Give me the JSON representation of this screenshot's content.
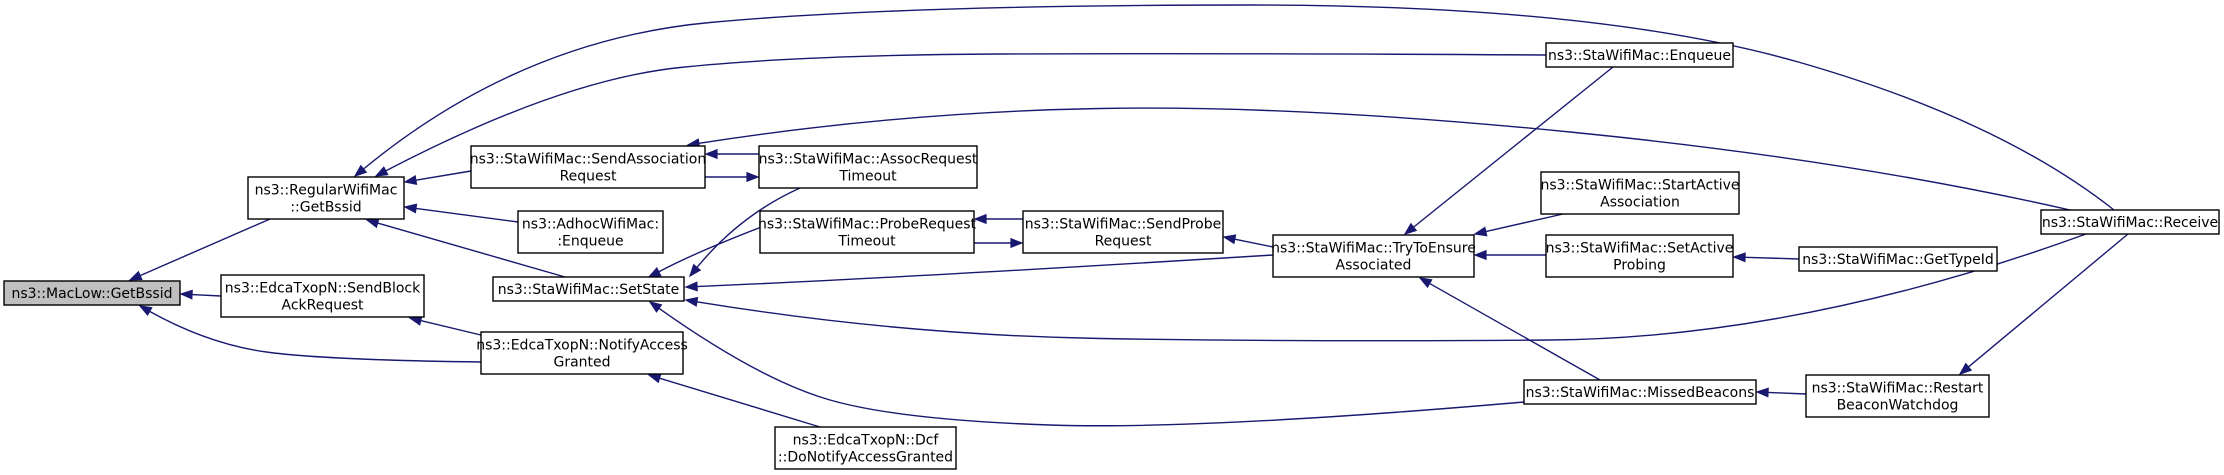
{
  "diagram": {
    "nodes": [
      {
        "id": "maclow_getbssid",
        "lines": [
          "ns3::MacLow::GetBssid"
        ]
      },
      {
        "id": "regular_getbssid",
        "lines": [
          "ns3::RegularWifiMac",
          "::GetBssid"
        ]
      },
      {
        "id": "edca_sendblock",
        "lines": [
          "ns3::EdcaTxopN::SendBlock",
          "AckRequest"
        ]
      },
      {
        "id": "edca_notify",
        "lines": [
          "ns3::EdcaTxopN::NotifyAccess",
          "Granted"
        ]
      },
      {
        "id": "sendassoc",
        "lines": [
          "ns3::StaWifiMac::SendAssociation",
          "Request"
        ]
      },
      {
        "id": "adhoc_enqueue",
        "lines": [
          "ns3::AdhocWifiMac:",
          ":Enqueue"
        ]
      },
      {
        "id": "setstate",
        "lines": [
          "ns3::StaWifiMac::SetState"
        ]
      },
      {
        "id": "dcf_donotify",
        "lines": [
          "ns3::EdcaTxopN::Dcf",
          "::DoNotifyAccessGranted"
        ]
      },
      {
        "id": "assoc_timeout",
        "lines": [
          "ns3::StaWifiMac::AssocRequest",
          "Timeout"
        ]
      },
      {
        "id": "probe_timeout",
        "lines": [
          "ns3::StaWifiMac::ProbeRequest",
          "Timeout"
        ]
      },
      {
        "id": "sendprobe",
        "lines": [
          "ns3::StaWifiMac::SendProbe",
          "Request"
        ]
      },
      {
        "id": "trytoensure",
        "lines": [
          "ns3::StaWifiMac::TryToEnsure",
          "Associated"
        ]
      },
      {
        "id": "sta_enqueue",
        "lines": [
          "ns3::StaWifiMac::Enqueue"
        ]
      },
      {
        "id": "startactive",
        "lines": [
          "ns3::StaWifiMac::StartActive",
          "Association"
        ]
      },
      {
        "id": "setactiveprobing",
        "lines": [
          "ns3::StaWifiMac::SetActive",
          "Probing"
        ]
      },
      {
        "id": "missedbeacons",
        "lines": [
          "ns3::StaWifiMac::MissedBeacons"
        ]
      },
      {
        "id": "gettypeid",
        "lines": [
          "ns3::StaWifiMac::GetTypeId"
        ]
      },
      {
        "id": "restartbeacon",
        "lines": [
          "ns3::StaWifiMac::Restart",
          "BeaconWatchdog"
        ]
      },
      {
        "id": "receive",
        "lines": [
          "ns3::StaWifiMac::Receive"
        ]
      }
    ],
    "edges": [
      {
        "from": "regular_getbssid",
        "to": "maclow_getbssid"
      },
      {
        "from": "edca_sendblock",
        "to": "maclow_getbssid"
      },
      {
        "from": "edca_notify",
        "to": "maclow_getbssid"
      },
      {
        "from": "edca_notify",
        "to": "edca_sendblock"
      },
      {
        "from": "dcf_donotify",
        "to": "edca_notify"
      },
      {
        "from": "receive",
        "to": "regular_getbssid"
      },
      {
        "from": "sta_enqueue",
        "to": "regular_getbssid"
      },
      {
        "from": "sendassoc",
        "to": "regular_getbssid"
      },
      {
        "from": "adhoc_enqueue",
        "to": "regular_getbssid"
      },
      {
        "from": "setstate",
        "to": "regular_getbssid"
      },
      {
        "from": "receive",
        "to": "sendassoc"
      },
      {
        "from": "assoc_timeout",
        "to": "sendassoc"
      },
      {
        "from": "sendassoc",
        "to": "assoc_timeout"
      },
      {
        "from": "assoc_timeout",
        "to": "setstate"
      },
      {
        "from": "probe_timeout",
        "to": "setstate"
      },
      {
        "from": "trytoensure",
        "to": "setstate"
      },
      {
        "from": "receive",
        "to": "setstate"
      },
      {
        "from": "missedbeacons",
        "to": "setstate"
      },
      {
        "from": "sendprobe",
        "to": "probe_timeout"
      },
      {
        "from": "probe_timeout",
        "to": "sendprobe"
      },
      {
        "from": "trytoensure",
        "to": "sendprobe"
      },
      {
        "from": "sta_enqueue",
        "to": "trytoensure"
      },
      {
        "from": "startactive",
        "to": "trytoensure"
      },
      {
        "from": "setactiveprobing",
        "to": "trytoensure"
      },
      {
        "from": "missedbeacons",
        "to": "trytoensure"
      },
      {
        "from": "gettypeid",
        "to": "setactiveprobing"
      },
      {
        "from": "restartbeacon",
        "to": "missedbeacons"
      },
      {
        "from": "receive",
        "to": "restartbeacon"
      }
    ]
  }
}
